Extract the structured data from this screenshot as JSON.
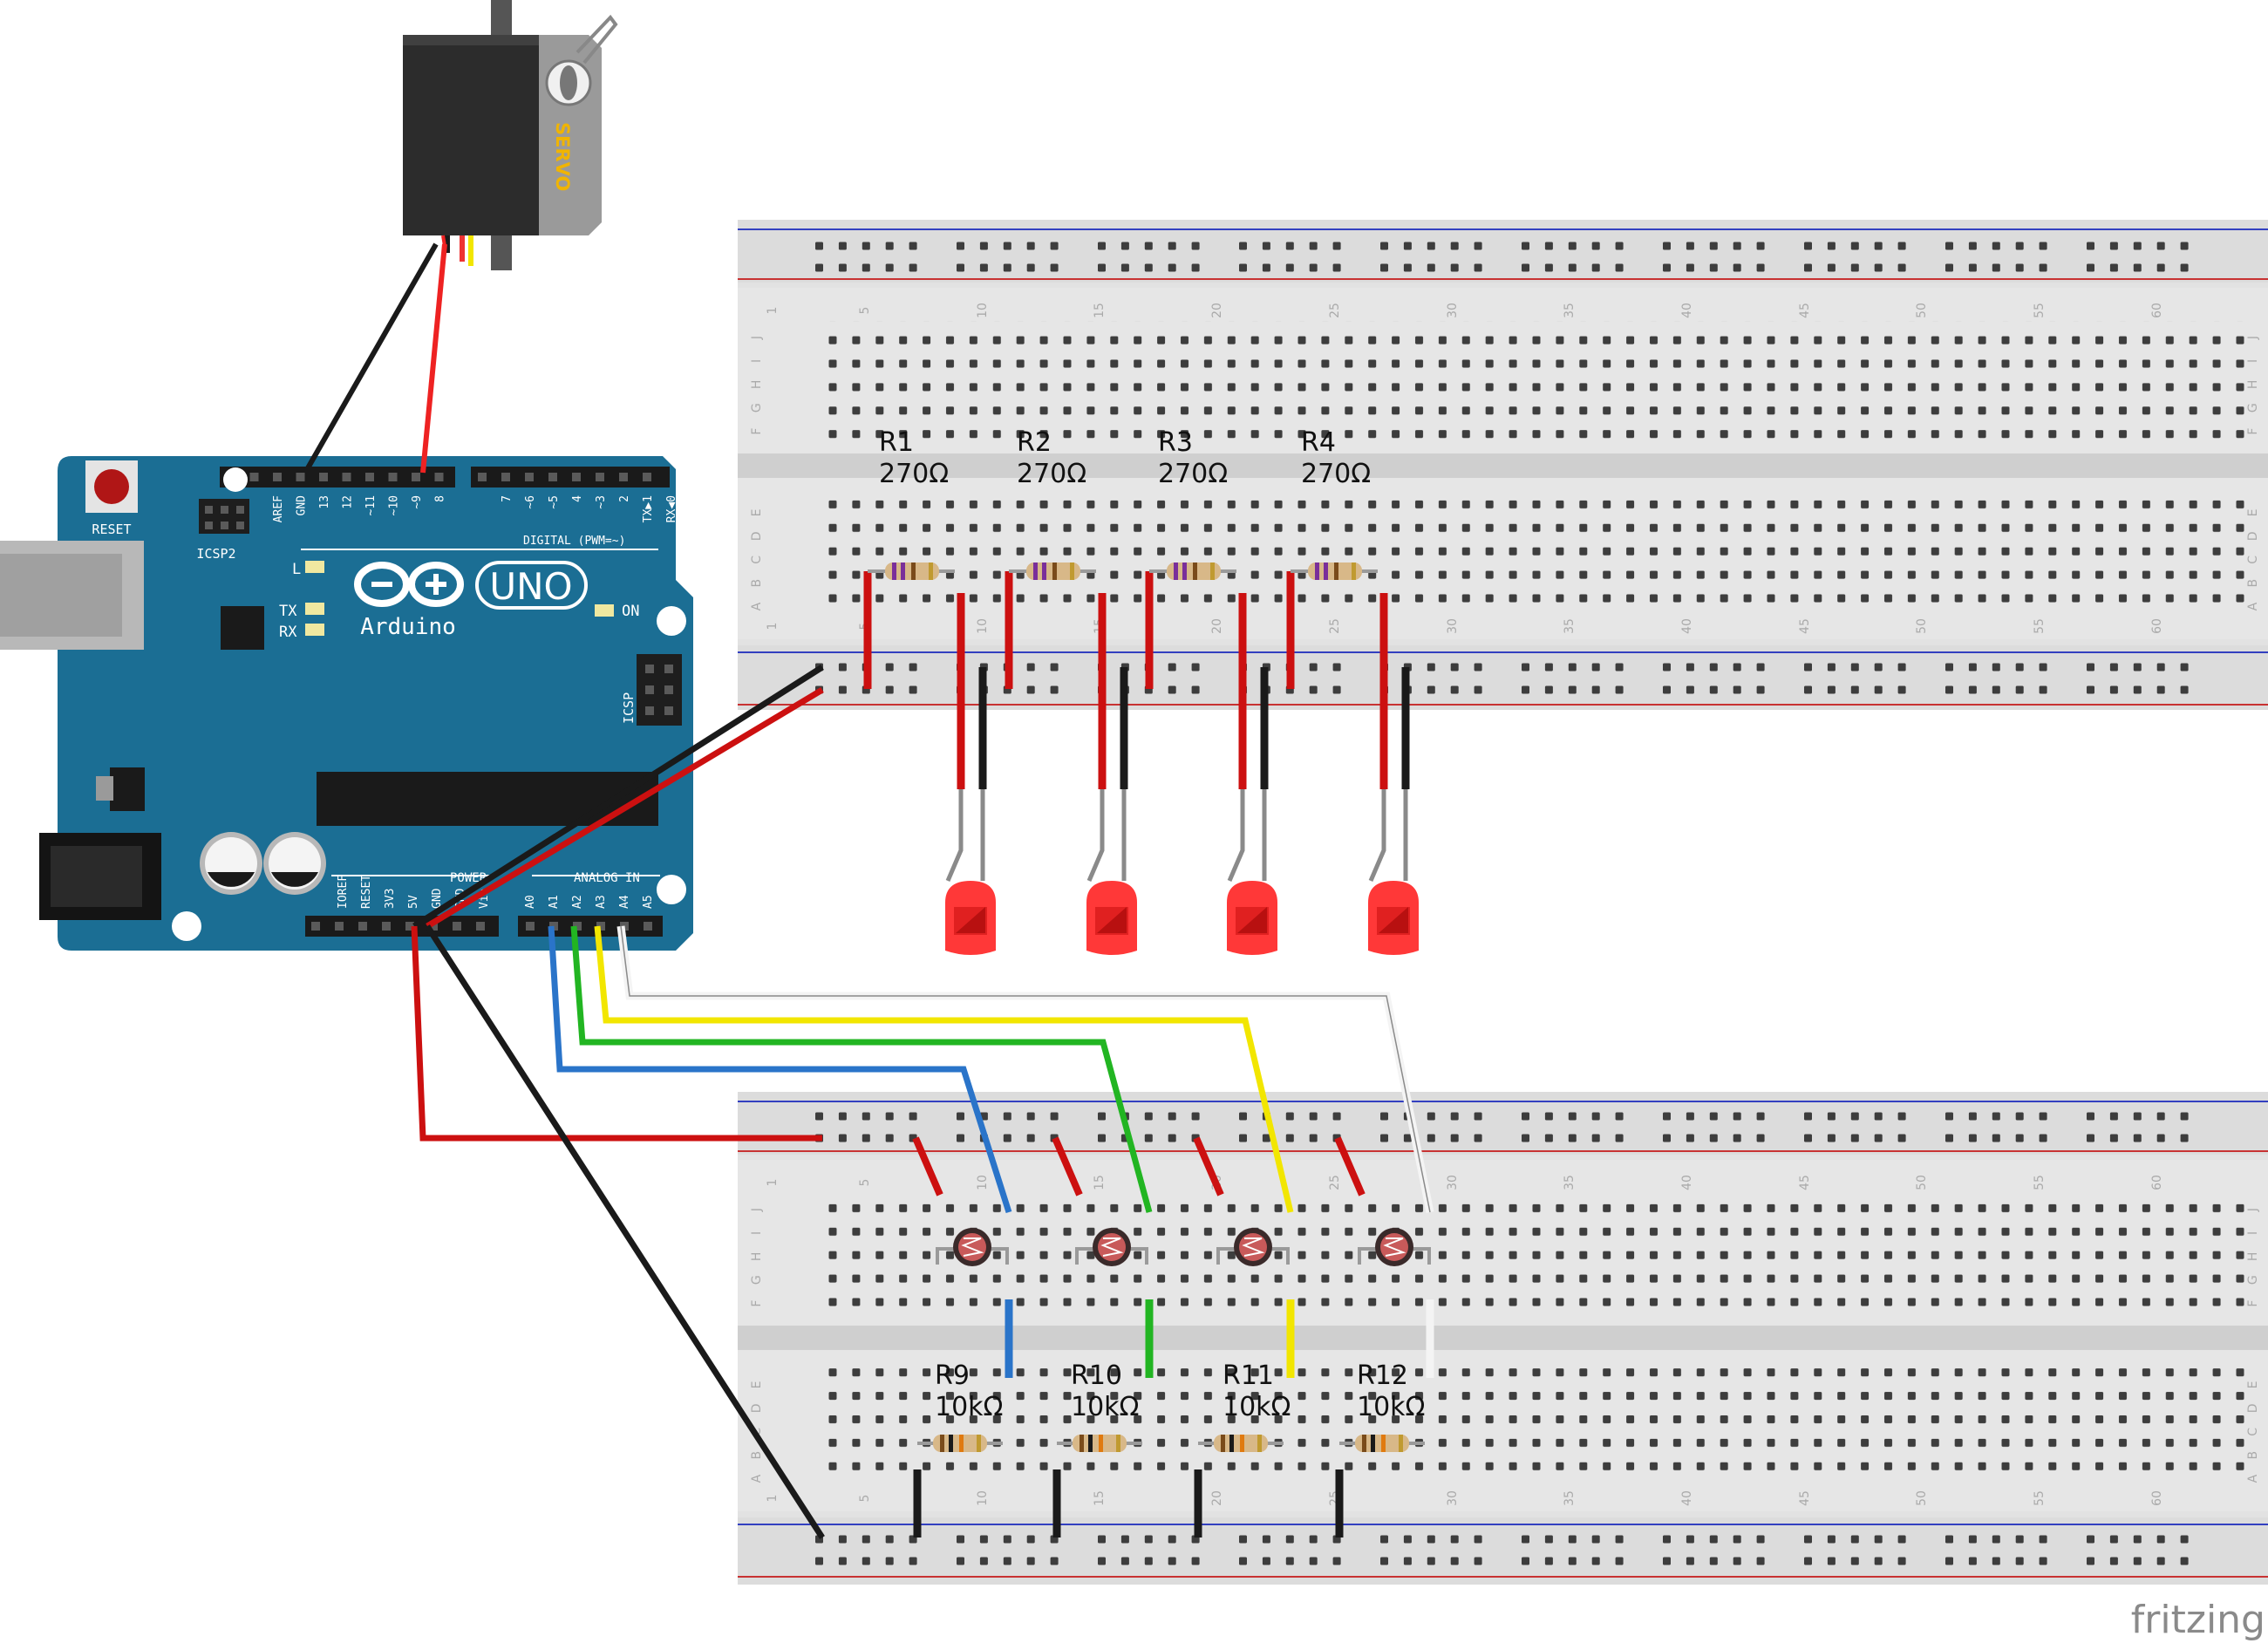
{
  "servo": {
    "label": "SERVO"
  },
  "arduino": {
    "brand": "Arduino",
    "model": "UNO",
    "reset_label": "RESET",
    "icsp2_label": "ICSP2",
    "icsp_label": "ICSP",
    "digital_label": "DIGITAL (PWM=~)",
    "power_label": "POWER",
    "analog_label": "ANALOG IN",
    "led_l": "L",
    "led_tx": "TX",
    "led_rx": "RX",
    "led_on": "ON",
    "top_pins": [
      "AREF",
      "GND",
      "13",
      "12",
      "~11",
      "~10",
      "~9",
      "8"
    ],
    "digital_pins": [
      "7",
      "~6",
      "~5",
      "4",
      "~3",
      "2",
      "TX▶1",
      "RX◀0"
    ],
    "power_pins": [
      "IOREF",
      "RESET",
      "3V3",
      "5V",
      "GND",
      "GND",
      "Vin"
    ],
    "analog_pins": [
      "A0",
      "A1",
      "A2",
      "A3",
      "A4",
      "A5"
    ]
  },
  "breadboard": {
    "column_numbers": [
      "1",
      "5",
      "10",
      "15",
      "20",
      "25",
      "30",
      "35",
      "40",
      "45",
      "50",
      "55",
      "60"
    ],
    "rows_top": [
      "J",
      "I",
      "H",
      "G",
      "F"
    ],
    "rows_bottom": [
      "E",
      "D",
      "C",
      "B",
      "A"
    ]
  },
  "resistors_top": [
    {
      "name": "R1",
      "value": "270Ω"
    },
    {
      "name": "R2",
      "value": "270Ω"
    },
    {
      "name": "R3",
      "value": "270Ω"
    },
    {
      "name": "R4",
      "value": "270Ω"
    }
  ],
  "resistors_bottom": [
    {
      "name": "R9",
      "value": "10kΩ"
    },
    {
      "name": "R10",
      "value": "10kΩ"
    },
    {
      "name": "R11",
      "value": "10kΩ"
    },
    {
      "name": "R12",
      "value": "10kΩ"
    }
  ],
  "watermark": "fritzing",
  "colors": {
    "board": "#1b6e94",
    "breadboard": "#e4e4e4",
    "wire_red": "#cc0000",
    "wire_black": "#1a1a1a",
    "wire_blue": "#2a74c9",
    "wire_green": "#22b522",
    "wire_yellow": "#f2e600",
    "wire_white": "#f4f4f4",
    "led": "#ff3030"
  }
}
